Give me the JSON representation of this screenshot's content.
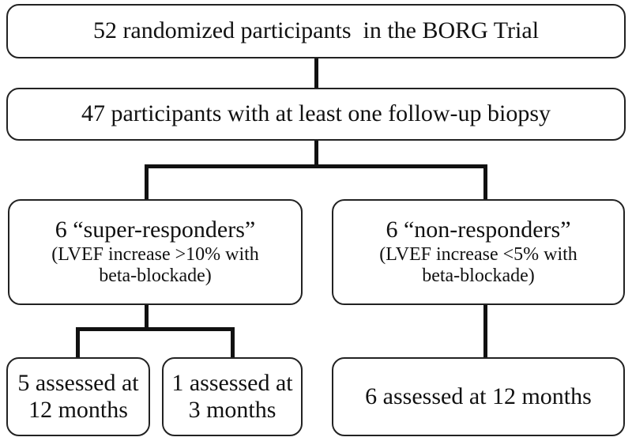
{
  "diagram": {
    "box_top": "52 randomized participants  in the BORG Trial",
    "box_middle": "47 participants with at least one follow-up biopsy",
    "super": {
      "title": "6 “super-responders”",
      "detail_1": "(LVEF increase >10% with",
      "detail_2": "beta-blockade)"
    },
    "non": {
      "title": "6 “non-responders”",
      "detail_1": "(LVEF increase <5% with",
      "detail_2": "beta-blockade)"
    },
    "super_12": {
      "line_1": "5 assessed at",
      "line_2": "12 months"
    },
    "super_3": {
      "line_1": "1 assessed at",
      "line_2": "3 months"
    },
    "non_12": "6 assessed at 12 months"
  }
}
